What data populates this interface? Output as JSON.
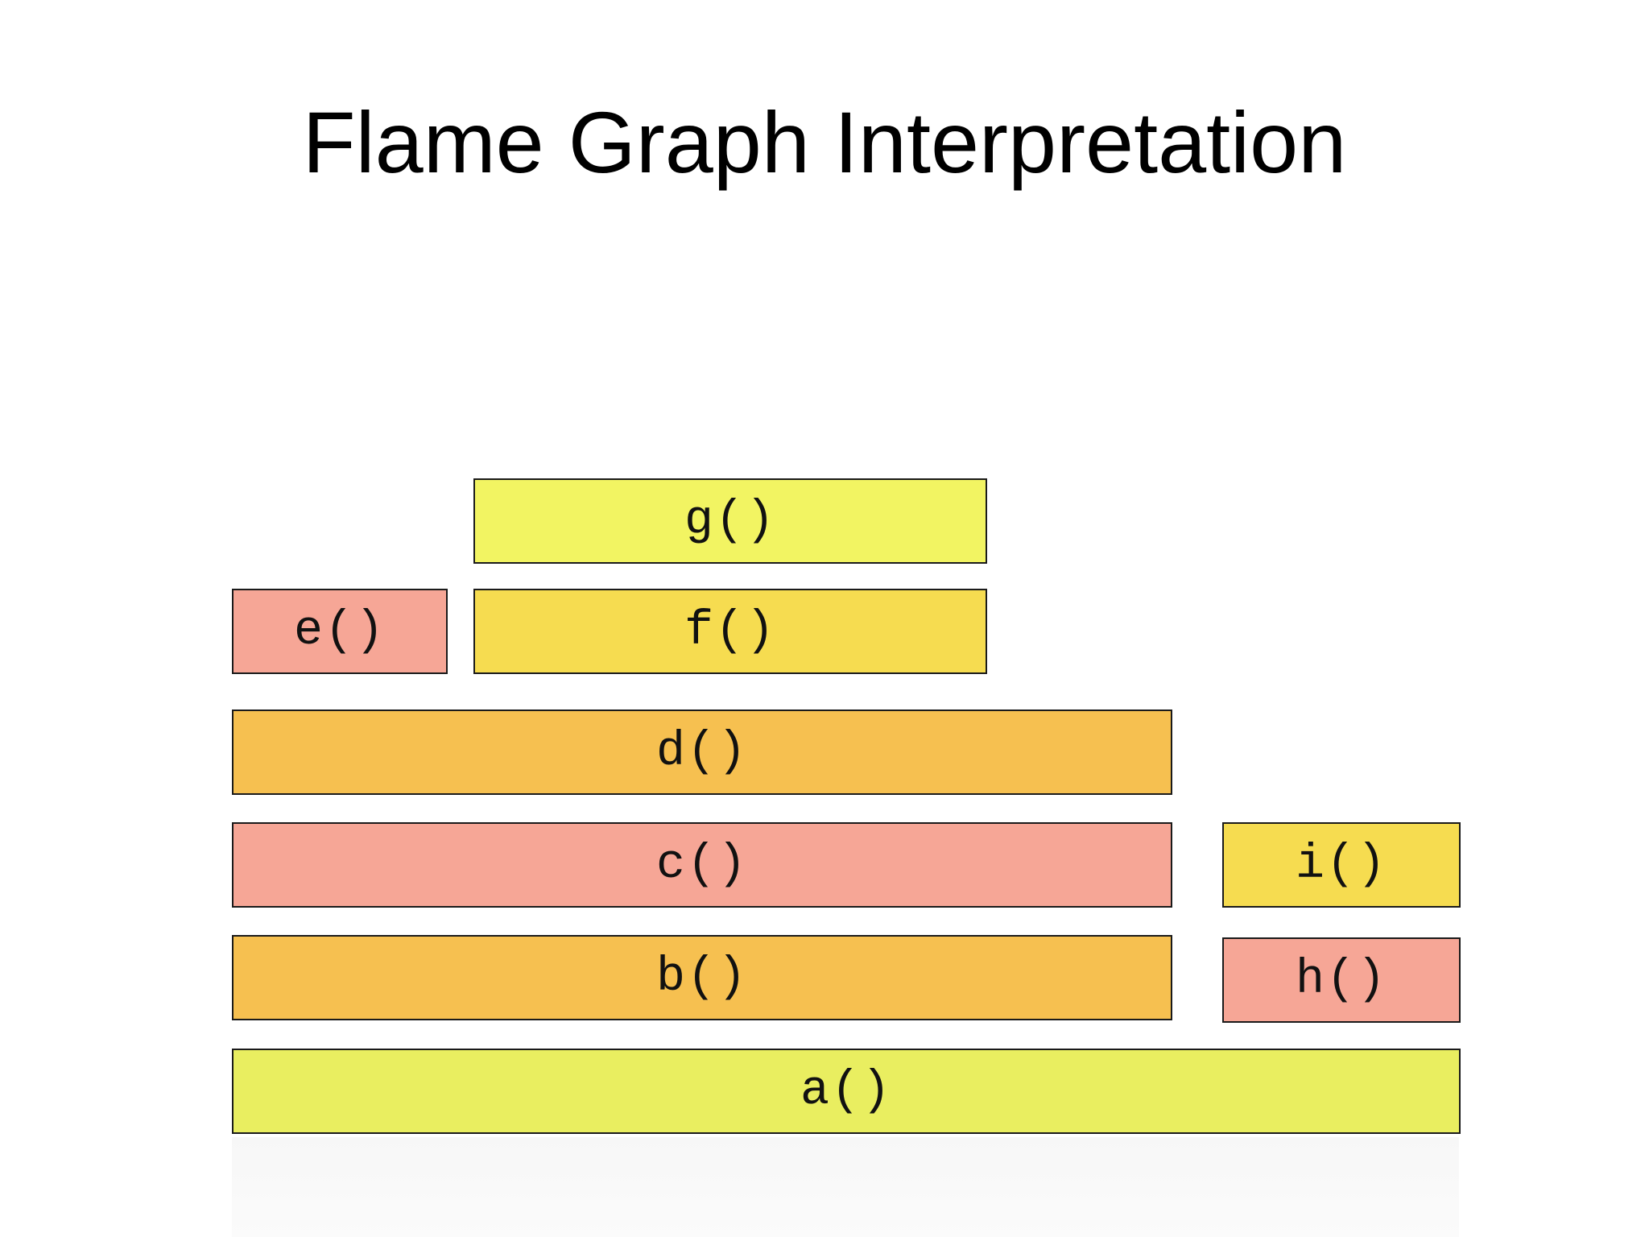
{
  "title": "Flame Graph Interpretation",
  "colors": {
    "yellow_light": "#f2f462",
    "yellow": "#f6dc50",
    "orange": "#f6c050",
    "salmon": "#f6a696",
    "yellow_green": "#e9ee60"
  },
  "frames": [
    {
      "name": "g()",
      "label": "g()",
      "color": "#f2f462"
    },
    {
      "name": "e()",
      "label": "e()",
      "color": "#f6a696"
    },
    {
      "name": "f()",
      "label": "f()",
      "color": "#f6dc50"
    },
    {
      "name": "d()",
      "label": "d()",
      "color": "#f6c050"
    },
    {
      "name": "c()",
      "label": "c()",
      "color": "#f6a696"
    },
    {
      "name": "i()",
      "label": "i()",
      "color": "#f6dc50"
    },
    {
      "name": "b()",
      "label": "b()",
      "color": "#f6c050"
    },
    {
      "name": "h()",
      "label": "h()",
      "color": "#f6a696"
    },
    {
      "name": "a()",
      "label": "a()",
      "color": "#e9ee60"
    }
  ]
}
